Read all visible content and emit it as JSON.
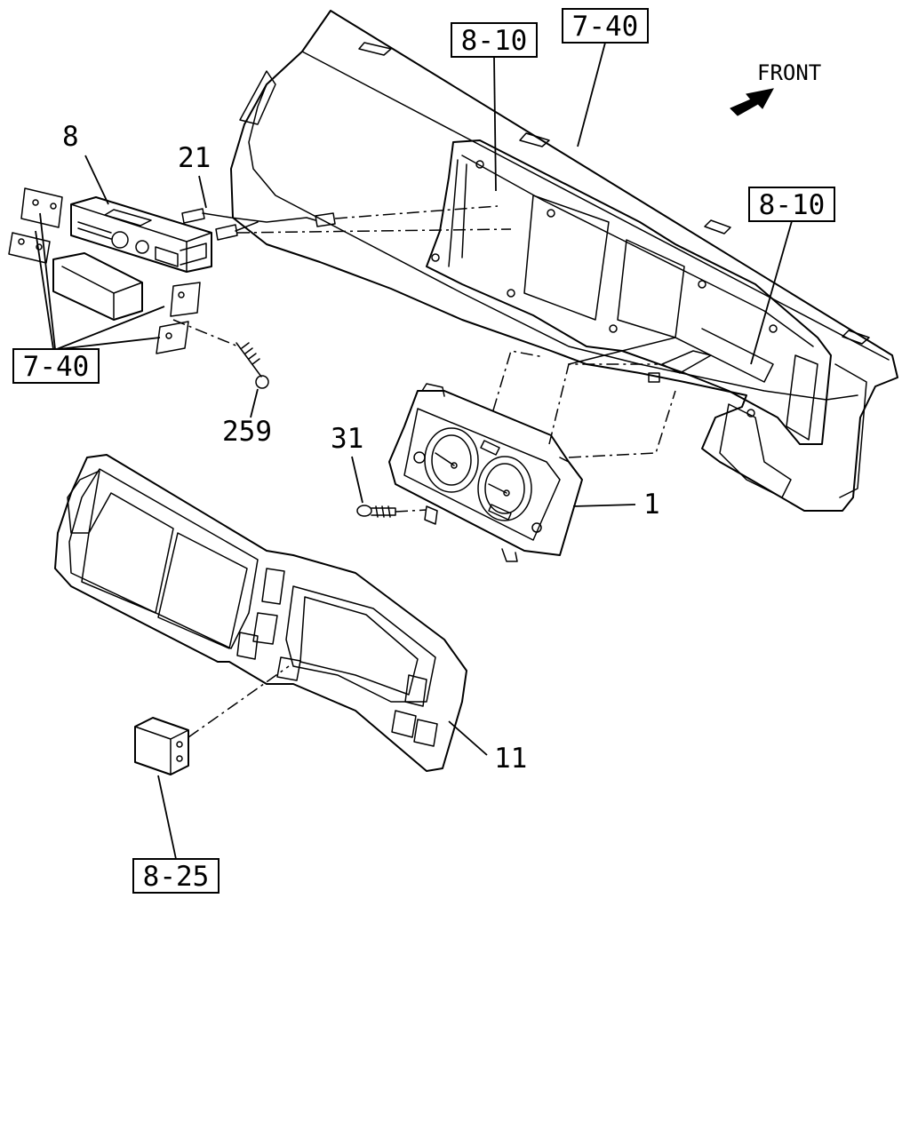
{
  "front_label": "FRONT",
  "part_numbers": {
    "p8": "8",
    "p21": "21",
    "p259": "259",
    "p31": "31",
    "p1": "1",
    "p11": "11"
  },
  "references": {
    "ref_810_top": "8-10",
    "ref_740_top": "7-40",
    "ref_810_right": "8-10",
    "ref_740_left": "7-40",
    "ref_825": "8-25"
  },
  "colors": {
    "line": "#000000",
    "background": "#ffffff"
  }
}
